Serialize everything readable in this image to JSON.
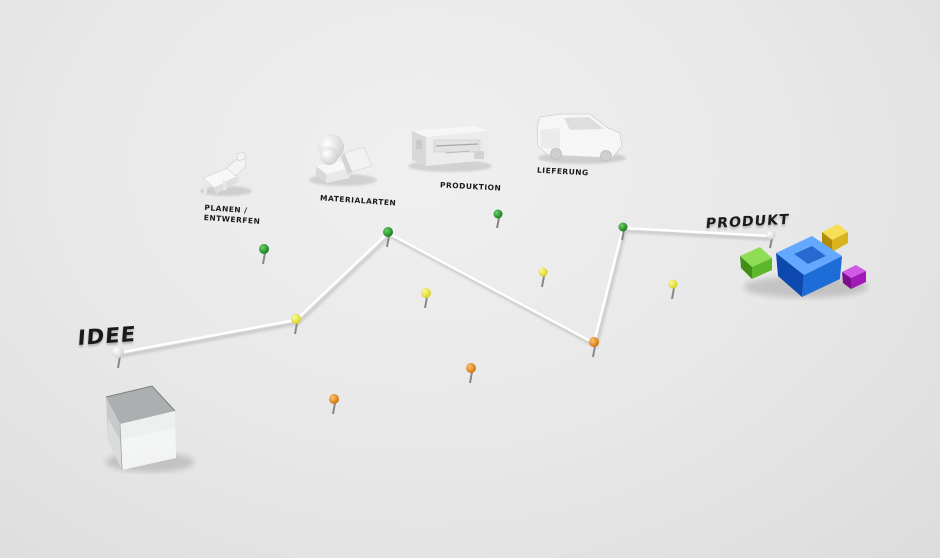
{
  "labels": {
    "idee": "IDEE",
    "planen_line1": "PLANEN /",
    "planen_line2": "ENTWERFEN",
    "materialarten": "MATERIALARTEN",
    "produktion": "PRODUKTION",
    "lieferung": "LIEFERUNG",
    "produkt": "PRODUKT"
  },
  "colors": {
    "background": "#e6e6e6",
    "path_line": "#ffffff",
    "pin_white": "#ffffff",
    "pin_yellow": "#f2ee2a",
    "pin_green": "#22a02a",
    "pin_orange": "#ee8a1c",
    "cube_clear": "#dfe3e3",
    "cube_blue": "#1e6cd8",
    "cube_green": "#5cb82a",
    "cube_yellow": "#e2bc1c",
    "cube_purple": "#a21ab8"
  },
  "icons": [
    "chair-icon",
    "material-shapes-icon",
    "machine-icon",
    "car-icon",
    "glass-cube-icon",
    "cube-cluster-icon"
  ]
}
